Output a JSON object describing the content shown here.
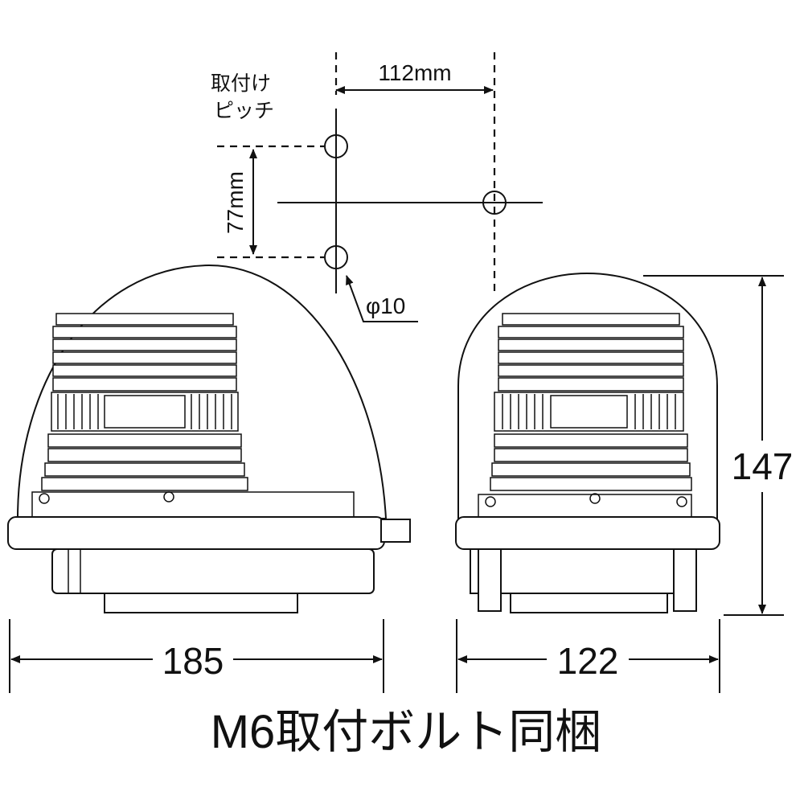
{
  "mounting": {
    "label_line1": "取付け",
    "label_line2": "ピッチ",
    "horizontal_pitch": "112mm",
    "vertical_pitch": "77mm",
    "hole_diameter": "φ10"
  },
  "dimensions": {
    "left_width": "185",
    "right_width": "122",
    "height": "147"
  },
  "caption": "M6取付ボルト同梱"
}
